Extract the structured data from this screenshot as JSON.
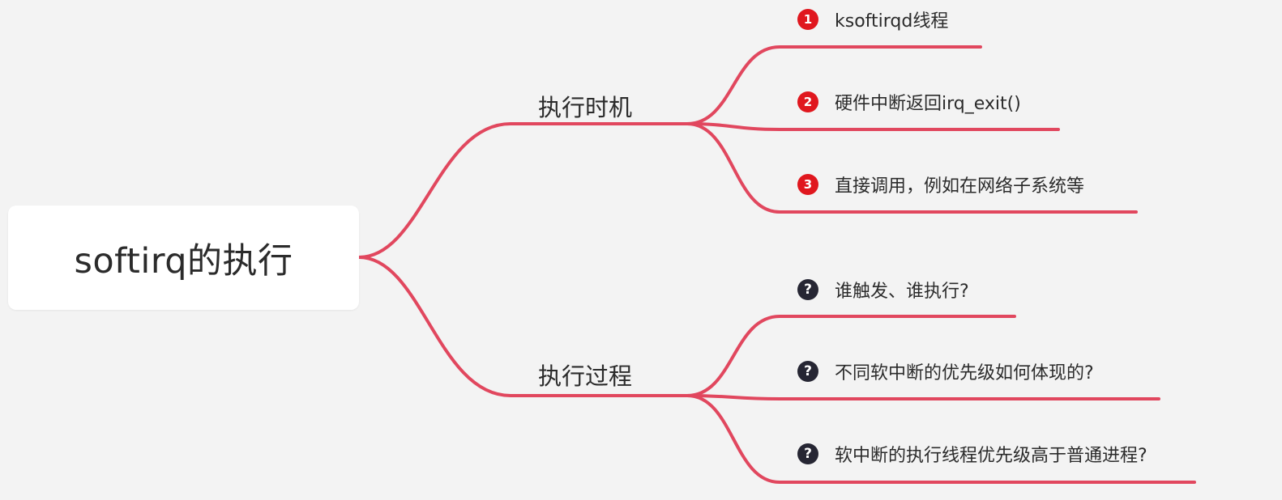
{
  "root": {
    "label": "softirq的执行"
  },
  "branches": [
    {
      "label": "执行时机",
      "children": [
        {
          "marker": "1",
          "label": "ksoftirqd线程"
        },
        {
          "marker": "2",
          "label": "硬件中断返回irq_exit()"
        },
        {
          "marker": "3",
          "label": "直接调用，例如在网络子系统等"
        }
      ]
    },
    {
      "label": "执行过程",
      "children": [
        {
          "marker": "?",
          "label": "谁触发、谁执行?"
        },
        {
          "marker": "?",
          "label": "不同软中断的优先级如何体现的?"
        },
        {
          "marker": "?",
          "label": "软中断的执行线程优先级高于普通进程?"
        }
      ]
    }
  ],
  "colors": {
    "connector": "#e1475e",
    "number_marker": "#e0171e",
    "question_marker": "#262633",
    "background": "#f3f3f3",
    "root_card": "#ffffff"
  },
  "icons": {
    "number_marker": "numbered-circle-icon",
    "question_marker": "question-circle-icon"
  }
}
